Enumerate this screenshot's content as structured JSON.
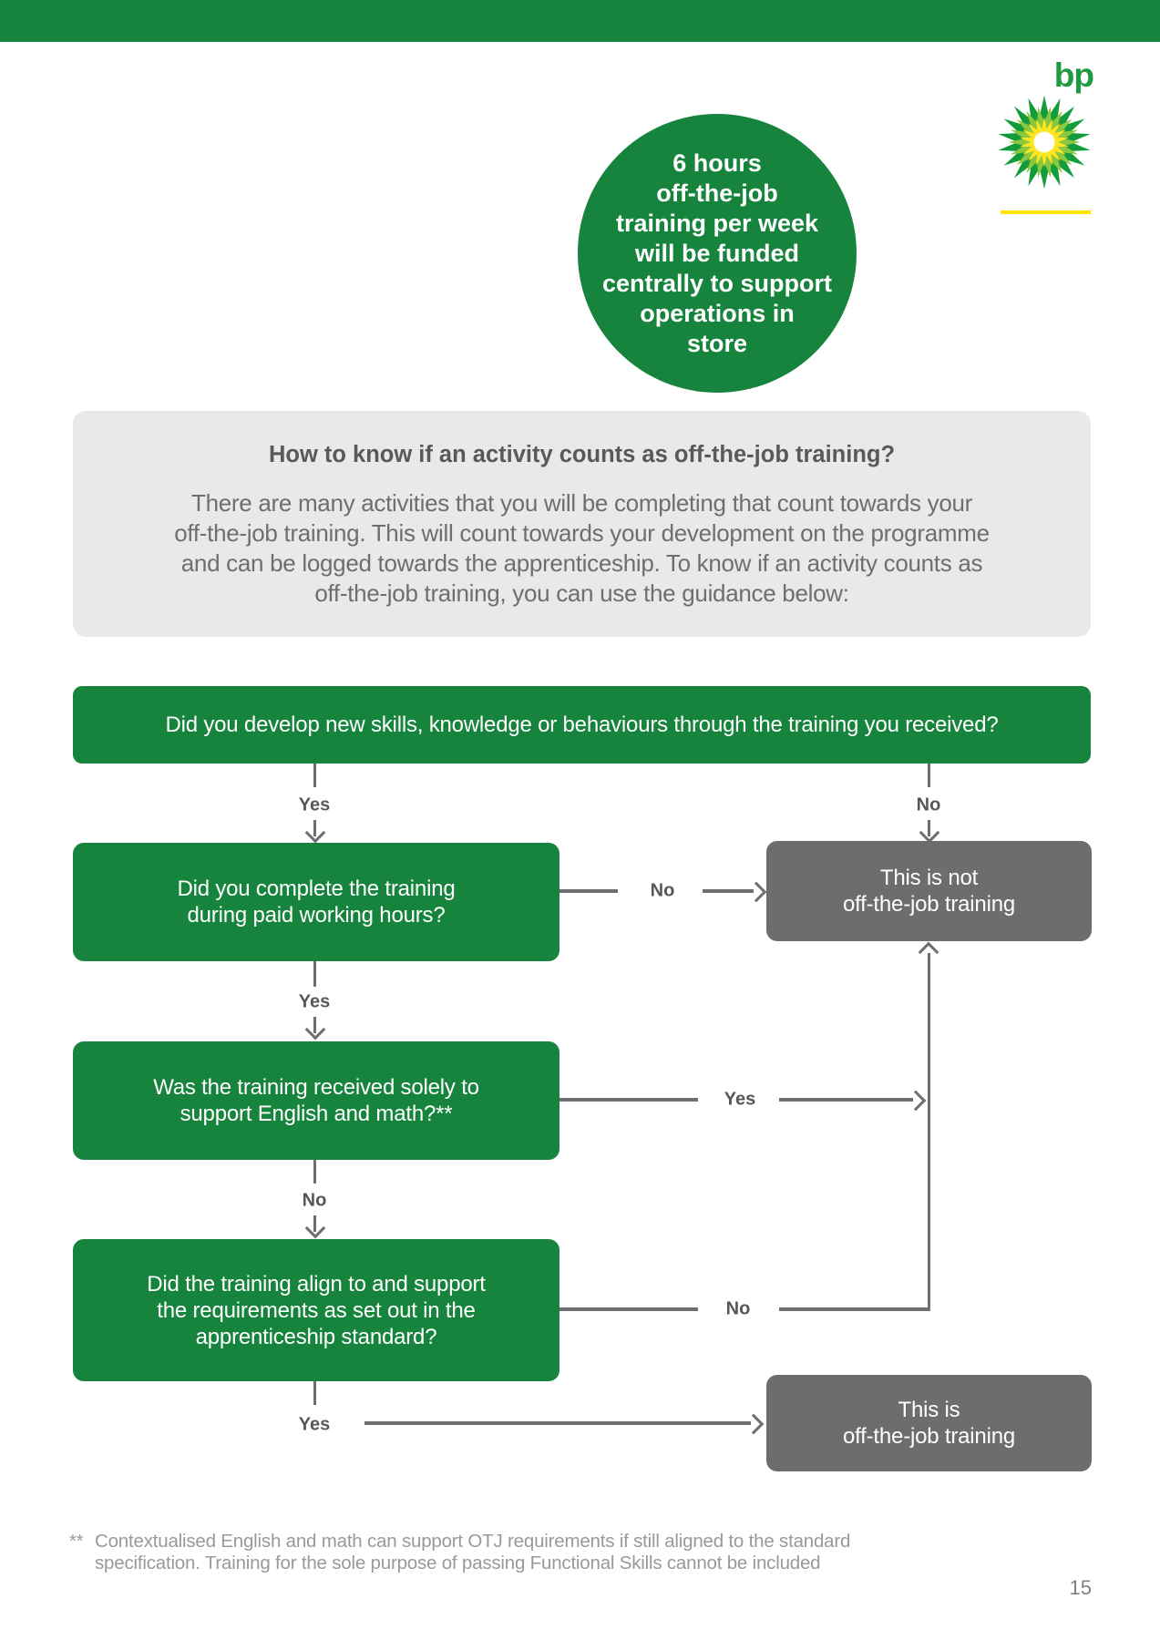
{
  "page": {
    "number": "15"
  },
  "brand": {
    "wordmark": "bp",
    "green": "#17843E",
    "bp_green": "#1E9B41",
    "yellow_rule": "#FFE600",
    "helios": {
      "outer": "#129C3B",
      "mid": "#8DC63F",
      "inner": "#FFE51F",
      "center": "#FFFFFF"
    }
  },
  "callout_circle": {
    "bg": "#17843E",
    "text_color": "#FFFFFF",
    "text": "6 hours\noff-the-job\ntraining per week\nwill be funded\ncentrally to support\noperations in\nstore"
  },
  "intro": {
    "bg": "#E9E9E7",
    "heading": "How to know if an activity counts as off-the-job training?",
    "body": "There are many activities that you will be completing that count towards your\noff-the-job training. This will count towards your development on the programme\nand can be logged towards the apprenticeship. To know if an activity counts as\noff-the-job training, you can use the guidance below:"
  },
  "flowchart": {
    "colors": {
      "question_bg": "#17843E",
      "terminal_bg": "#6C6D6C",
      "line": "#6D6E71",
      "label_text": "#55565A"
    },
    "q1": "Did you develop new skills, knowledge or behaviours through the training you received?",
    "q2": "Did you complete the training\nduring paid working hours?",
    "q3": "Was the training received solely to\nsupport English and math?**",
    "q4": "Did the training align to and support\nthe requirements as set out in the\napprenticeship standard?",
    "terminal_not": "This is not\noff-the-job training",
    "terminal_is": "This is\noff-the-job training",
    "labels": {
      "q1_yes": "Yes",
      "q1_no": "No",
      "q2_no": "No",
      "q2_yes": "Yes",
      "q3_yes": "Yes",
      "q3_no": "No",
      "q4_no": "No",
      "q4_yes": "Yes"
    }
  },
  "footnote": {
    "marker": "**",
    "text": "Contextualised English and math can support OTJ requirements if still aligned to the standard\nspecification. Training for the sole purpose of passing Functional Skills cannot be included"
  }
}
